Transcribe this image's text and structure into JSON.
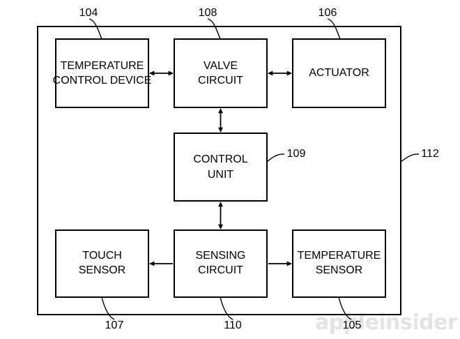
{
  "blocks": {
    "temperature_control_device": [
      "TEMPERATURE",
      "CONTROL DEVICE"
    ],
    "valve_circuit": [
      "VALVE",
      "CIRCUIT"
    ],
    "actuator": [
      "ACTUATOR"
    ],
    "control_unit": [
      "CONTROL",
      "UNIT"
    ],
    "touch_sensor": [
      "TOUCH",
      "SENSOR"
    ],
    "sensing_circuit": [
      "SENSING",
      "CIRCUIT"
    ],
    "temperature_sensor": [
      "TEMPERATURE",
      "SENSOR"
    ]
  },
  "refs": {
    "temperature_control_device": "104",
    "valve_circuit": "108",
    "actuator": "106",
    "control_unit": "109",
    "outer": "112",
    "touch_sensor": "107",
    "sensing_circuit": "110",
    "temperature_sensor": "105"
  },
  "watermark": "appleinsider"
}
